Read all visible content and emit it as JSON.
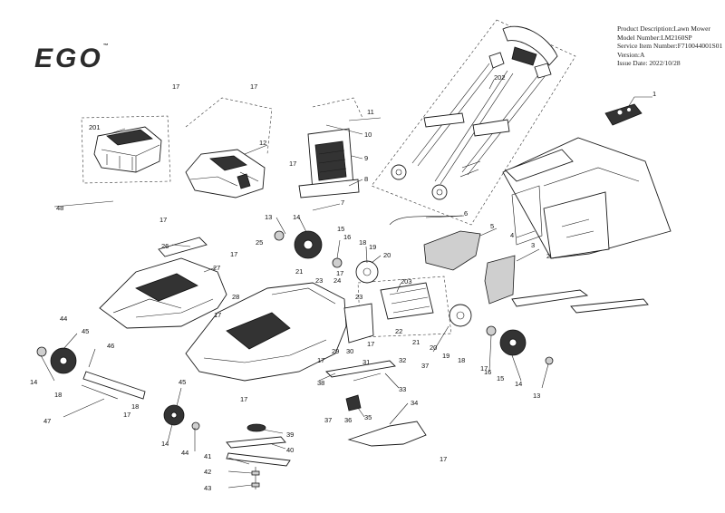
{
  "brand": {
    "logo_text": "EGO",
    "logo_mark": "™"
  },
  "info": {
    "description": "Product Description:Lawn Mower",
    "model": "Model Number:LM2160SP",
    "service": "Service Item Number:F710044001S01",
    "version": "Version:A",
    "issue": "Issue Date: 2022/10/28"
  },
  "callouts": [
    "1",
    "2",
    "3",
    "4",
    "5",
    "6",
    "7",
    "8",
    "9",
    "10",
    "11",
    "12",
    "13",
    "14",
    "15",
    "16",
    "17",
    "18",
    "19",
    "20",
    "21",
    "22",
    "23",
    "24",
    "25",
    "26",
    "27",
    "28",
    "29",
    "30",
    "31",
    "32",
    "33",
    "34",
    "35",
    "36",
    "37",
    "38",
    "39",
    "40",
    "41",
    "42",
    "43",
    "44",
    "45",
    "46",
    "47",
    "48",
    "201",
    "202",
    "203"
  ]
}
